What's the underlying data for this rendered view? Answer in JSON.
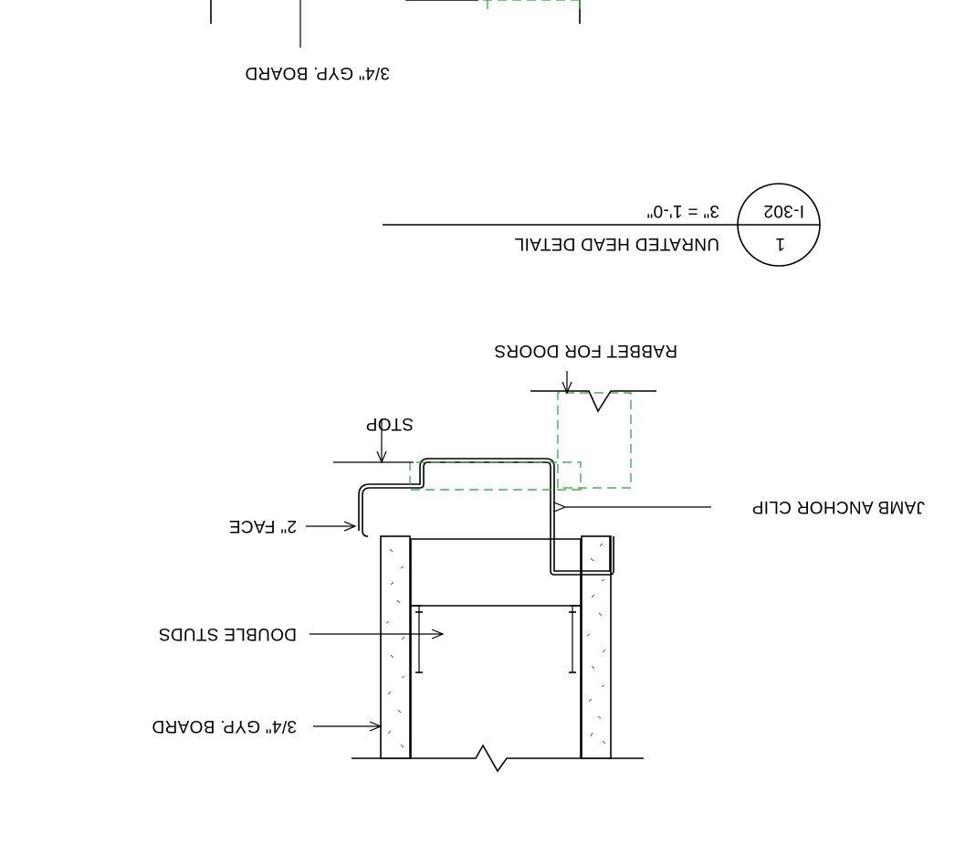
{
  "drawing": {
    "orientation": "rotated 180 degrees",
    "labels": {
      "gyp_board_top": "3/4\" GYP. BOARD",
      "title": "UNRATED HEAD DETAIL",
      "scale": "3\" = 1'-0\"",
      "detail_number": "1",
      "sheet_ref": "I-302",
      "rabbet": "RABBET FOR DOORS",
      "stop": "STOP",
      "jamb_clip": "JAMB ANCHOR CLIP",
      "face": "2\" FACE",
      "double_studs": "DOUBLE STUDS",
      "gyp_board_bottom": "3/4\" GYP. BOARD"
    },
    "colors": {
      "linework": "#000000",
      "hidden_line": "#2a9d3a",
      "background": "#ffffff"
    }
  }
}
